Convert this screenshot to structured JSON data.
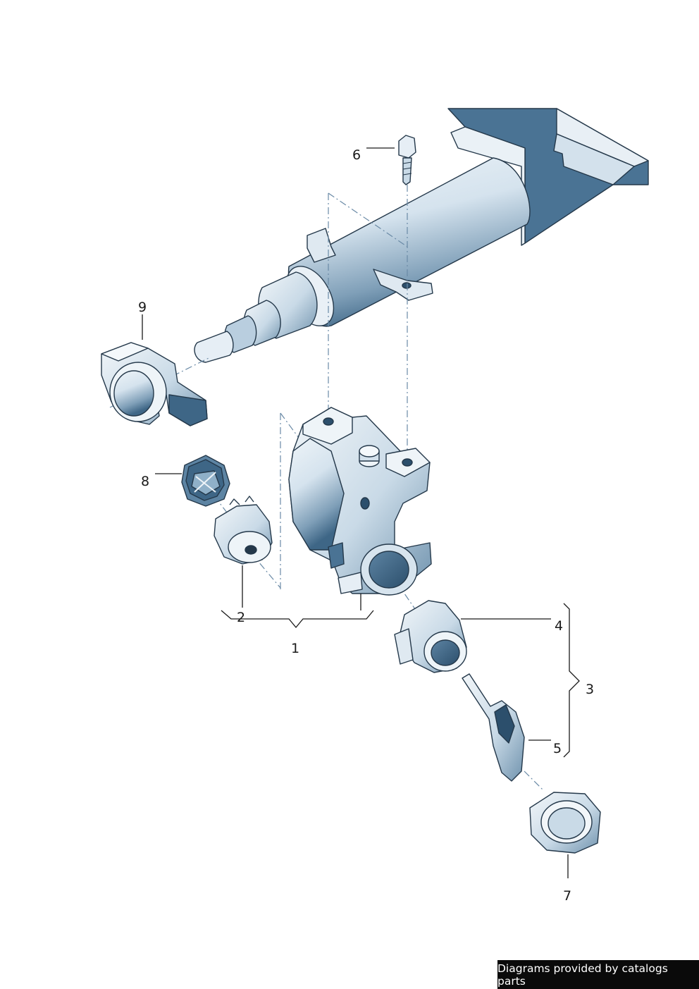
{
  "callouts": [
    {
      "id": "1",
      "text": "1"
    },
    {
      "id": "2",
      "text": "2"
    },
    {
      "id": "3",
      "text": "3"
    },
    {
      "id": "4",
      "text": "4"
    },
    {
      "id": "5",
      "text": "5"
    },
    {
      "id": "6",
      "text": "6"
    },
    {
      "id": "7",
      "text": "7"
    },
    {
      "id": "8",
      "text": "8"
    },
    {
      "id": "9",
      "text": "9"
    }
  ],
  "credit": "Diagrams provided by catalogs parts",
  "colors": {
    "part_fill": "#d9e6f0",
    "part_light": "#eef4f8",
    "part_shadow": "#3e6686",
    "part_dark": "#2c4f6c",
    "outline": "#24384a",
    "leader": "#1a1a1a",
    "credit_bg": "#0a0a0a"
  }
}
